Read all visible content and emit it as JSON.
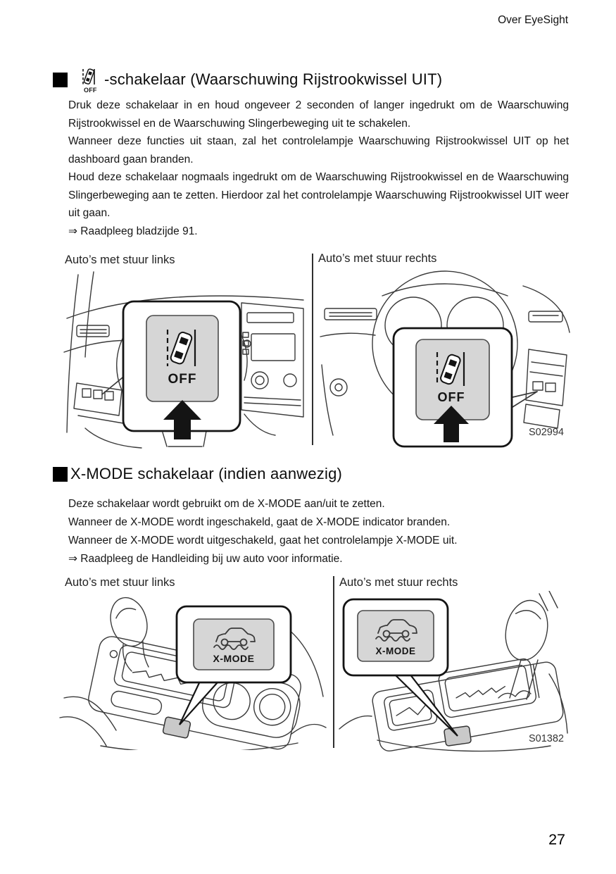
{
  "page": {
    "running_header": "Over EyeSight",
    "page_number": "27"
  },
  "colors": {
    "text": "#1a1a1a",
    "line_art": "#3a3a3a",
    "callout_border": "#141414",
    "button_fill": "#d6d6d6",
    "small_button_fill": "#c9c9c9"
  },
  "section1": {
    "heading": "-schakelaar (Waarschuwing Rijstrookwissel UIT)",
    "switch_icon_text": "OFF",
    "paragraphs": [
      "Druk deze schakelaar in en houd ongeveer 2 seconden of langer ingedrukt om de Waarschuwing Rijstrookwissel en de Waarschuwing Slingerbeweging uit te schakelen.",
      "Wanneer deze functies uit staan, zal het controlelampje Waarschuwing Rijstrookwissel UIT op het dashboard gaan branden.",
      "Houd deze schakelaar nogmaals ingedrukt om de Waarschuwing Rijstrookwissel en de Waarschuwing Slingerbeweging aan te zetten. Hierdoor zal het controlelampje Waarschuwing Rijstrookwissel UIT weer uit gaan."
    ],
    "reference": "⇒ Raadpleeg bladzijde 91.",
    "figure": {
      "left_label": "Auto’s met stuur links",
      "right_label": "Auto’s met stuur rechts",
      "code": "S02994",
      "switch_label": "OFF"
    }
  },
  "section2": {
    "heading": "X-MODE schakelaar (indien aanwezig)",
    "paragraphs": [
      "Deze schakelaar wordt gebruikt om de X-MODE aan/uit te zetten.",
      "Wanneer de X-MODE wordt ingeschakeld, gaat de X-MODE indicator branden.",
      "Wanneer de X-MODE wordt uitgeschakeld, gaat het controlelampje X-MODE uit."
    ],
    "reference": "⇒ Raadpleeg de Handleiding bij uw auto voor informatie.",
    "figure": {
      "left_label": "Auto’s met stuur links",
      "right_label": "Auto’s met stuur rechts",
      "code": "S01382",
      "switch_label": "X-MODE"
    }
  }
}
